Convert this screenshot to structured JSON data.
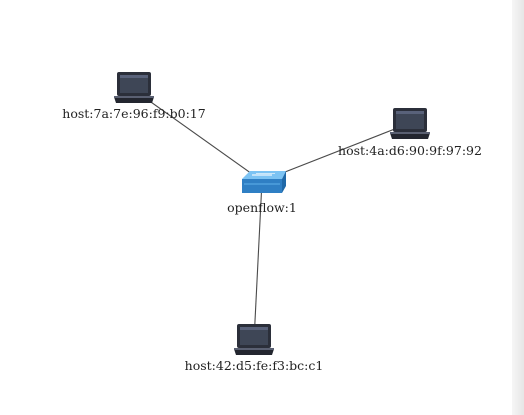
{
  "colors": {
    "background": "#ffffff",
    "link": "#4a4a4a",
    "host_body": "#2b2f3a",
    "host_screen": "#3e4656",
    "switch_body": "#3a8fd6",
    "switch_top": "#7cc3f3"
  },
  "topology": {
    "switch": {
      "label": "openflow:1",
      "icon": "network-switch-icon"
    },
    "hosts": [
      {
        "label": "host:7a:7e:96:f9:b0:17",
        "icon": "laptop-icon"
      },
      {
        "label": "host:4a:d6:90:9f:97:92",
        "icon": "laptop-icon"
      },
      {
        "label": "host:42:d5:fe:f3:bc:c1",
        "icon": "laptop-icon"
      }
    ],
    "links": [
      {
        "from": "openflow:1",
        "to": "host:7a:7e:96:f9:b0:17"
      },
      {
        "from": "openflow:1",
        "to": "host:4a:d6:90:9f:97:92"
      },
      {
        "from": "openflow:1",
        "to": "host:42:d5:fe:f3:bc:c1"
      }
    ]
  }
}
